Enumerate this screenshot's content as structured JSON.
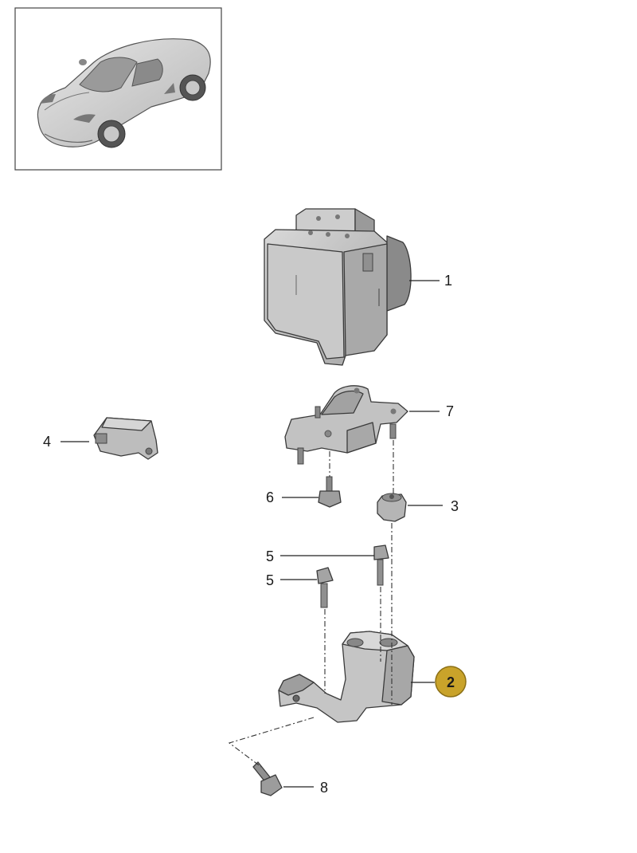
{
  "callouts": {
    "p1": "1",
    "p2": "2",
    "p3": "3",
    "p4": "4",
    "p5a": "5",
    "p5b": "5",
    "p6": "6",
    "p7": "7",
    "p8": "8"
  },
  "colors": {
    "highlight": "#c9a32a",
    "part_fill": "#c4c4c4",
    "part_dark": "#8e8e8e",
    "part_light": "#dedede"
  },
  "icons": {
    "thumbnail": "sports-car-icon"
  }
}
